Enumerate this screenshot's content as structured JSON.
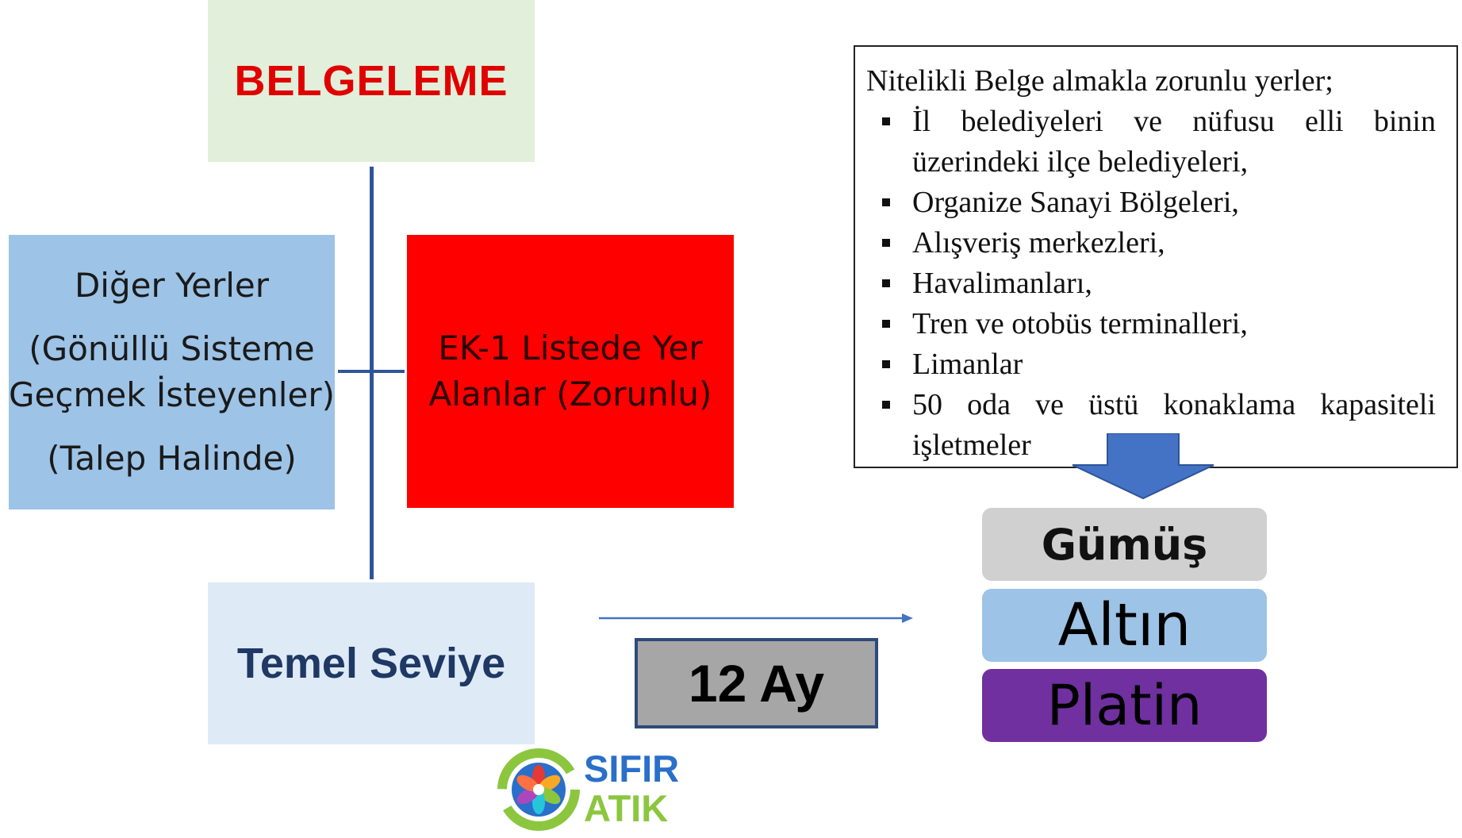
{
  "title": "BELGELEME",
  "left_box": {
    "line1": "Diğer Yerler",
    "line2": "(Gönüllü Sisteme Geçmek İsteyenler)",
    "line3": "(Talep Halinde)"
  },
  "mandatory_box": "EK-1 Listede Yer Alanlar (Zorunlu)",
  "base_level": "Temel Seviye",
  "duration": "12 Ay",
  "info": {
    "heading": "Nitelikli Belge almakla zorunlu yerler;",
    "items": [
      "İl belediyeleri ve nüfusu elli binin üzerindeki ilçe belediyeleri,",
      "Organize Sanayi Bölgeleri,",
      "Alışveriş merkezleri,",
      "Havalimanları,",
      "Tren ve otobüs terminalleri,",
      "Limanlar",
      "50 oda ve üstü konaklama kapasiteli işletmeler"
    ]
  },
  "levels": [
    "Gümüş",
    "Altın",
    "Platin"
  ],
  "logo": {
    "line1": "SIFIR",
    "line2": "ATIK"
  },
  "colors": {
    "title_bg": "#e2efda",
    "title_text": "#e00000",
    "left_bg": "#9dc3e6",
    "mandatory_bg": "#ff0000",
    "base_bg": "#deebf7",
    "base_text": "#1f3864",
    "connector": "#2e5597",
    "arrow": "#4472c4",
    "silver": "#d0d0d0",
    "gold": "#9dc3e6",
    "platinum": "#7030a0"
  }
}
